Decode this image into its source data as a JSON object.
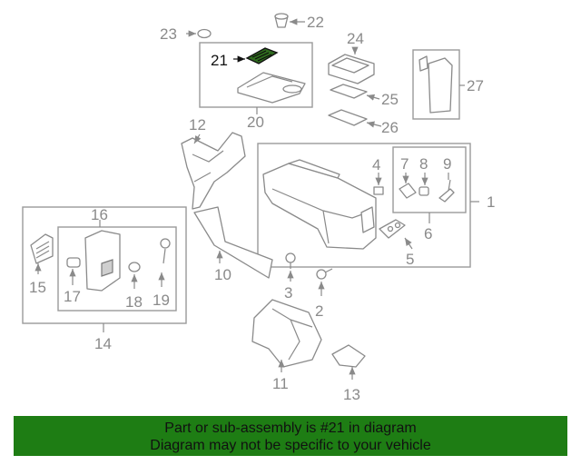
{
  "diagram": {
    "callouts": [
      "1",
      "2",
      "3",
      "4",
      "5",
      "6",
      "7",
      "8",
      "9",
      "10",
      "11",
      "12",
      "13",
      "14",
      "15",
      "16",
      "17",
      "18",
      "19",
      "20",
      "21",
      "22",
      "23",
      "24",
      "25",
      "26",
      "27"
    ],
    "highlighted": "21"
  },
  "footer": {
    "line1": "Part or sub-assembly is #21 in diagram",
    "line2": "Diagram may not be specific to your vehicle",
    "bg_color": "#1e7d14"
  }
}
